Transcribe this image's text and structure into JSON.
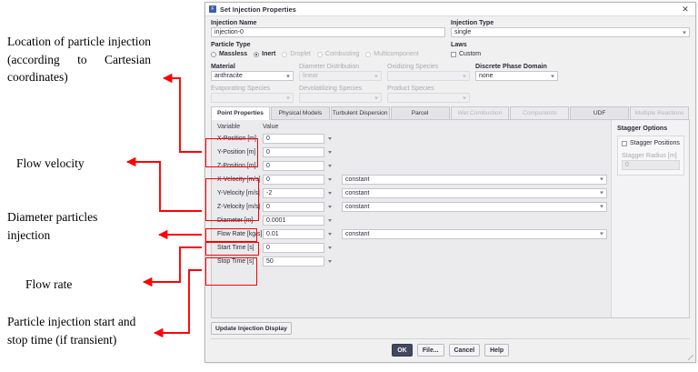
{
  "annotations": [
    {
      "id": "a1",
      "text": "Location of particle injection (according to Cartesian coordinates)"
    },
    {
      "id": "a2",
      "text": "Flow velocity"
    },
    {
      "id": "a3",
      "text": "Diameter particles injection"
    },
    {
      "id": "a4",
      "text": "Flow rate"
    },
    {
      "id": "a5",
      "text": "Particle injection start and stop time (if transient)"
    }
  ],
  "dialog": {
    "title": "Set Injection Properties",
    "close_icon": "close-icon",
    "injection_name": {
      "label": "Injection Name",
      "value": "injection-0"
    },
    "injection_type": {
      "label": "Injection Type",
      "value": "single"
    },
    "particle_type": {
      "label": "Particle Type",
      "options": [
        {
          "label": "Massless",
          "selected": false,
          "enabled": true
        },
        {
          "label": "Inert",
          "selected": true,
          "enabled": true
        },
        {
          "label": "Droplet",
          "selected": false,
          "enabled": false
        },
        {
          "label": "Combusting",
          "selected": false,
          "enabled": false
        },
        {
          "label": "Multicomponent",
          "selected": false,
          "enabled": false
        }
      ]
    },
    "laws": {
      "label": "Laws",
      "custom_label": "Custom",
      "custom_checked": false
    },
    "material": {
      "label": "Material",
      "value": "anthracite",
      "enabled": true
    },
    "diameter_distribution": {
      "label": "Diameter Distribution",
      "value": "linear",
      "enabled": false
    },
    "oxidizing_species": {
      "label": "Oxidizing Species",
      "value": "",
      "enabled": false
    },
    "discrete_phase_domain": {
      "label": "Discrete Phase Domain",
      "value": "none",
      "enabled": true
    },
    "evaporating_species": {
      "label": "Evaporating Species",
      "value": "",
      "enabled": false
    },
    "devolatilizing_species": {
      "label": "Devolatilizing Species",
      "value": "",
      "enabled": false
    },
    "product_species": {
      "label": "Product Species",
      "value": "",
      "enabled": false
    },
    "tabs": [
      {
        "label": "Point Properties",
        "active": true,
        "enabled": true
      },
      {
        "label": "Physical Models",
        "active": false,
        "enabled": true
      },
      {
        "label": "Turbulent Dispersion",
        "active": false,
        "enabled": true
      },
      {
        "label": "Parcel",
        "active": false,
        "enabled": true
      },
      {
        "label": "Wet Combustion",
        "active": false,
        "enabled": false
      },
      {
        "label": "Components",
        "active": false,
        "enabled": false
      },
      {
        "label": "UDF",
        "active": false,
        "enabled": true
      },
      {
        "label": "Multiple Reactions",
        "active": false,
        "enabled": false
      }
    ],
    "table": {
      "col_variable": "Variable",
      "col_value": "Value",
      "rows": [
        {
          "variable": "X-Position [m]",
          "value": "0",
          "method": null
        },
        {
          "variable": "Y-Position [m]",
          "value": "0",
          "method": null
        },
        {
          "variable": "Z-Position [m]",
          "value": "0",
          "method": null
        },
        {
          "variable": "X-Velocity [m/s]",
          "value": "0",
          "method": "constant"
        },
        {
          "variable": "Y-Velocity [m/s]",
          "value": "-2",
          "method": "constant"
        },
        {
          "variable": "Z-Velocity [m/s]",
          "value": "0",
          "method": "constant"
        },
        {
          "variable": "Diameter [m]",
          "value": "0.0001",
          "method": null
        },
        {
          "variable": "Flow Rate [kg/s]",
          "value": "0.01",
          "method": "constant"
        },
        {
          "variable": "Start Time [s]",
          "value": "0",
          "method": null
        },
        {
          "variable": "Stop Time [s]",
          "value": "50",
          "method": null
        }
      ]
    },
    "stagger": {
      "title": "Stagger Options",
      "positions_label": "Stagger Positions",
      "positions_checked": false,
      "radius_label": "Stagger Radius [m]",
      "radius_value": "0"
    },
    "update_button": "Update Injection Display",
    "footer_buttons": [
      {
        "label": "OK",
        "primary": true
      },
      {
        "label": "File...",
        "primary": false
      },
      {
        "label": "Cancel",
        "primary": false
      },
      {
        "label": "Help",
        "primary": false
      }
    ]
  },
  "colors": {
    "annotation_accent": "#ff0000",
    "primary_button": "#43475e",
    "title_icon": "#3b5fa8"
  }
}
